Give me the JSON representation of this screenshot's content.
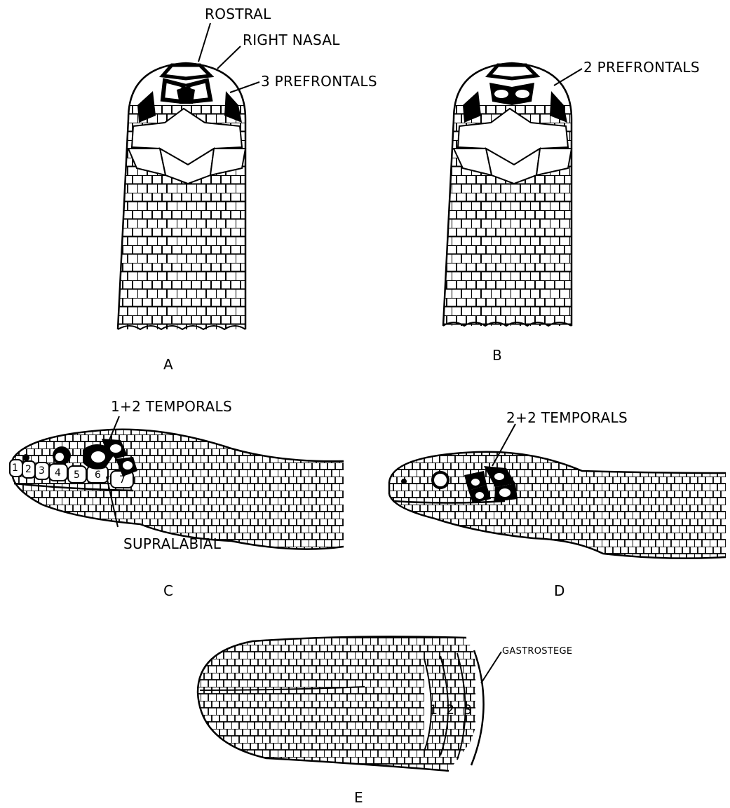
{
  "labels": {
    "rostral": "ROSTRAL",
    "right_nasal": "RIGHT NASAL",
    "three_prefrontals": "3 PREFRONTALS",
    "two_prefrontals": "2 PREFRONTALS",
    "temporals_1_2": "1+2 TEMPORALS",
    "temporals_2_2": "2+2 TEMPORALS",
    "supralabial": "SUPRALABIAL",
    "gastrostege": "GASTROSTEGE"
  },
  "panels": [
    "A",
    "B",
    "C",
    "D",
    "E"
  ],
  "supralabial_numbers": [
    "1",
    "2",
    "3",
    "4",
    "5",
    "6",
    "7"
  ],
  "gastrostege_numbers": [
    "1",
    "2",
    "3"
  ],
  "colors": {
    "ink": "#000000",
    "paper": "#ffffff"
  }
}
